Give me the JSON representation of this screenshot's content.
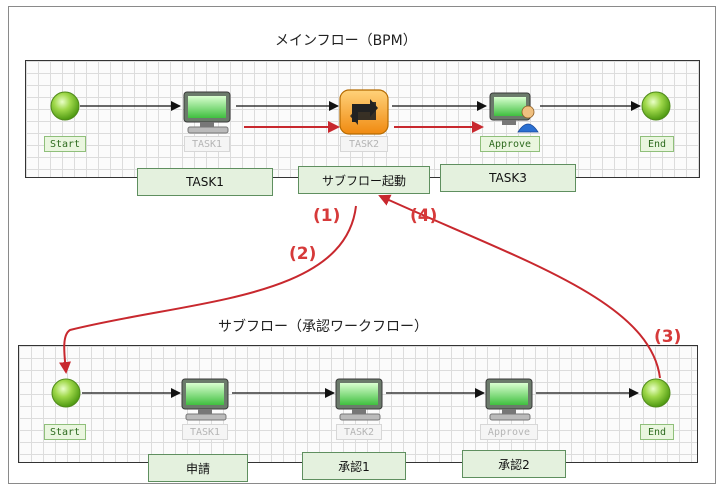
{
  "main_flow": {
    "title": "メインフロー（BPM）",
    "nodes": {
      "start": "Start",
      "task1": "TASK1",
      "task2": "TASK2",
      "approve": "Approve",
      "end": "End"
    },
    "boxes": {
      "task1": "TASK1",
      "subflow_start": "サブフロー起動",
      "task3": "TASK3"
    }
  },
  "sub_flow": {
    "title": "サブフロー（承認ワークフロー）",
    "nodes": {
      "start": "Start",
      "task1": "TASK1",
      "task2": "TASK2",
      "approve": "Approve",
      "end": "End"
    },
    "boxes": {
      "apply": "申請",
      "approve1": "承認1",
      "approve2": "承認2"
    }
  },
  "steps": [
    "(1)",
    "(2)",
    "(3)",
    "(4)"
  ],
  "colors": {
    "accent": "#d63a3a",
    "node_green": "#7cc22a",
    "label_green": "#e4f1de"
  }
}
